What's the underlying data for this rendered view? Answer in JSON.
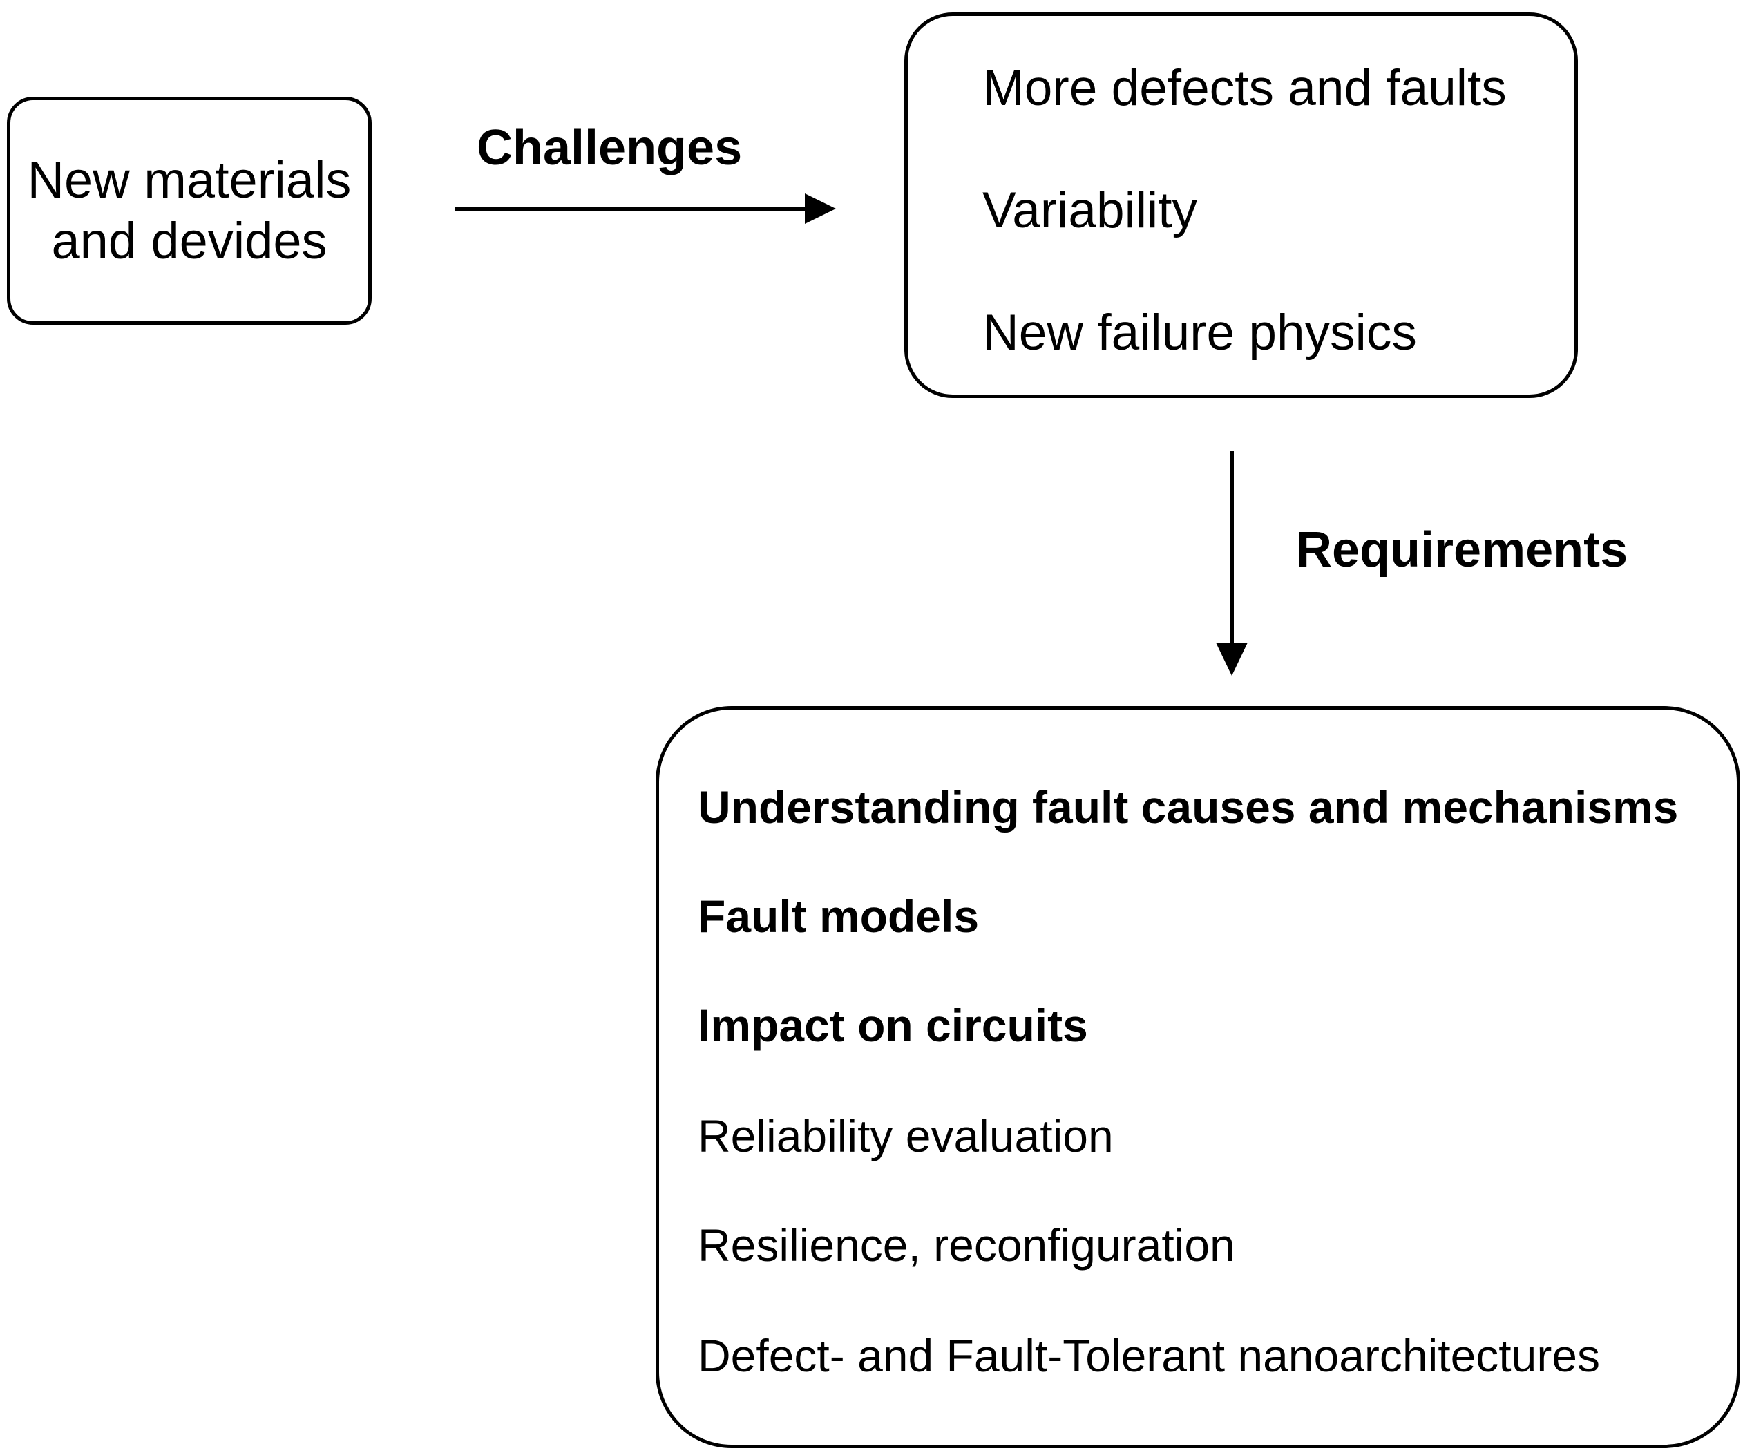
{
  "source_box": {
    "lines": [
      "New materials",
      "and devides"
    ]
  },
  "edges": {
    "challenges_label": "Challenges",
    "requirements_label": "Requirements"
  },
  "challenges_box": {
    "items": [
      "More defects and faults",
      "Variability",
      "New failure physics"
    ]
  },
  "requirements_box": {
    "items": [
      {
        "text": "Understanding fault causes and mechanisms",
        "bold": true
      },
      {
        "text": "Fault models",
        "bold": true
      },
      {
        "text": "Impact on circuits",
        "bold": true
      },
      {
        "text": "Reliability evaluation",
        "bold": false
      },
      {
        "text": "Resilience, reconfiguration",
        "bold": false
      },
      {
        "text": "Defect- and Fault-Tolerant nanoarchitectures",
        "bold": false
      }
    ]
  },
  "colors": {
    "stroke": "#000000",
    "background": "#ffffff"
  }
}
